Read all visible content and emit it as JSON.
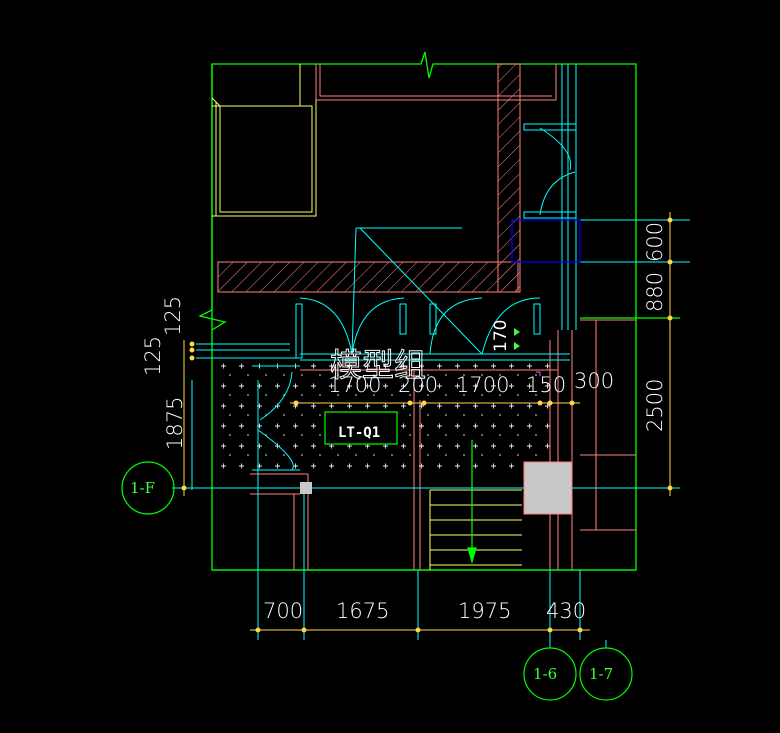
{
  "drawing": {
    "watermark": "模型组",
    "room_label": "LT-Q1",
    "colors": {
      "background": "#000000",
      "wall": "#00ff00",
      "pink": "#ff7f7f",
      "cyan": "#00ffff",
      "yellow": "#ffff66",
      "dimension": "#ffd84a",
      "axis": "#3cff3c",
      "blue": "#0000ff",
      "fill_gray": "#c8c8c8",
      "hatch": "#ff7f7f"
    }
  },
  "dimensions": {
    "bottom": [
      "700",
      "1675",
      "1975",
      "430"
    ],
    "right": [
      "600",
      "880",
      "2500"
    ],
    "left": [
      "125",
      "125",
      "1875"
    ],
    "inner": [
      "1700",
      "200",
      "1700",
      "150",
      "300"
    ],
    "door_width": "170"
  },
  "axes": {
    "left": "1-F",
    "bottom": [
      "1-6",
      "1-7"
    ]
  }
}
